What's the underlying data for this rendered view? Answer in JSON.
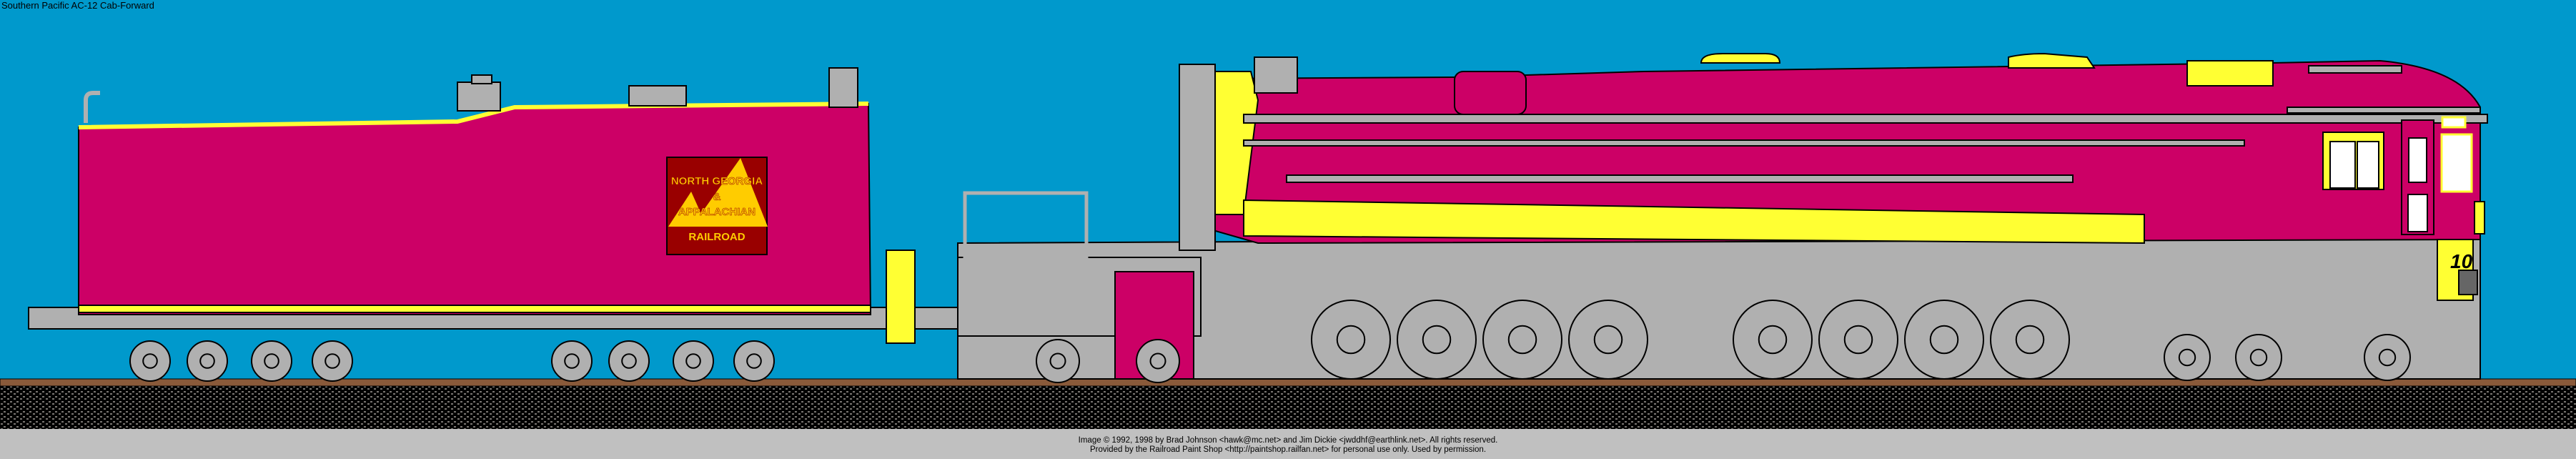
{
  "title": "Southern Pacific AC-12 Cab-Forward",
  "logo": {
    "line1": "NORTH GEORGIA",
    "line2": "&",
    "line3": "APPALACHIAN",
    "line4": "RAILROAD"
  },
  "cab_number": "10",
  "credits": {
    "line1": "Image © 1992, 1998 by Brad Johnson <hawk@mc.net> and Jim Dickie <jwddhf@earthlink.net>.   All rights reserved.",
    "line2": "Provided by the Railroad Paint Shop <http://paintshop.railfan.net> for personal use only.  Used by permission."
  },
  "colors": {
    "sky": "#0099cc",
    "body": "#cc0066",
    "trim": "#ffff33",
    "metal": "#b0b0b0",
    "logo_bg": "#990000",
    "ground": "#c0c0c0"
  }
}
